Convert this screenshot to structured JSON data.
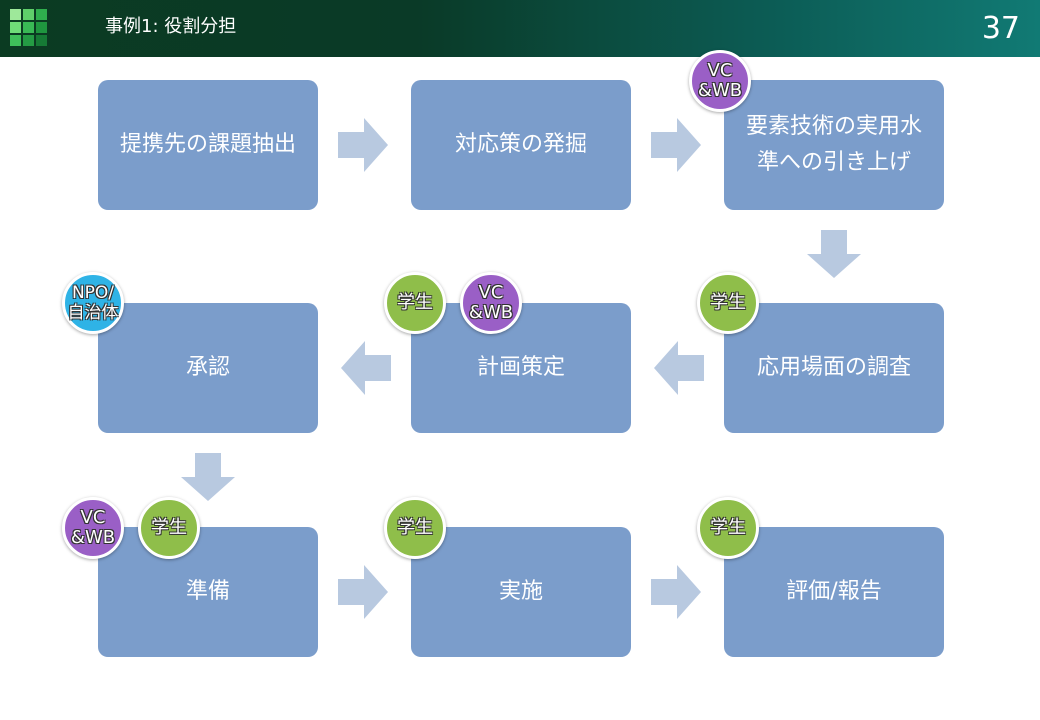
{
  "header": {
    "title": "事例1: 役割分担",
    "page_number": "37",
    "colors": {
      "dark": "#0b3b22",
      "teal": "#117a74"
    }
  },
  "steps": [
    {
      "label": "提携先の課題抽出"
    },
    {
      "label": "対応策の発掘"
    },
    {
      "label": "要素技術の実用水準への引き上げ"
    },
    {
      "label": "応用場面の調査"
    },
    {
      "label": "計画策定"
    },
    {
      "label": "承認"
    },
    {
      "label": "準備"
    },
    {
      "label": "実施"
    },
    {
      "label": "評価/報告"
    }
  ],
  "badges": {
    "vc_wb": "VC\n&WB",
    "student": "学生",
    "npo": "NPO/\n自治体"
  },
  "colors": {
    "box": "#7b9dcb",
    "arrow": "#b8c9e0",
    "badge_vc_wb": "#9a5fc6",
    "badge_student": "#8fbe4a",
    "badge_npo": "#2fb3e6"
  }
}
